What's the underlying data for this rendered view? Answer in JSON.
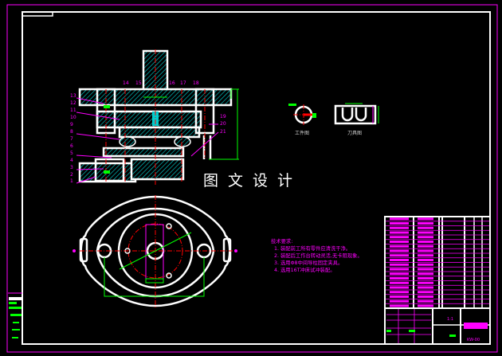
{
  "drawing": {
    "watermark_title": "图文设计",
    "part_numbers_left": [
      "13",
      "12",
      "11",
      "10",
      "9",
      "8",
      "7",
      "6",
      "5",
      "4",
      "3",
      "2",
      "1"
    ],
    "part_numbers_top": [
      "14",
      "15",
      "16",
      "17",
      "18"
    ],
    "part_numbers_right": [
      "19",
      "20",
      "21"
    ],
    "workpiece_caption": "工件图",
    "tool_caption": "刀具图",
    "requirements": {
      "title": "技术要求:",
      "items": [
        "1. 装配前工所有零件应清洗干净。",
        "2. 装配后工作台转动灵活,无卡阻现象。",
        "3. 选用Φ8中间导柱固定夹具。",
        "4. 选用16T冲床试冲装配。"
      ]
    },
    "title_block": {
      "scale": "1:1",
      "drawing_no": "KW-00"
    },
    "colors": {
      "outline": "#ffffff",
      "center_line": "#ff0000",
      "annotation": "#ff00ff",
      "dimension": "#00ff00",
      "hatch": "#00ffff"
    }
  }
}
